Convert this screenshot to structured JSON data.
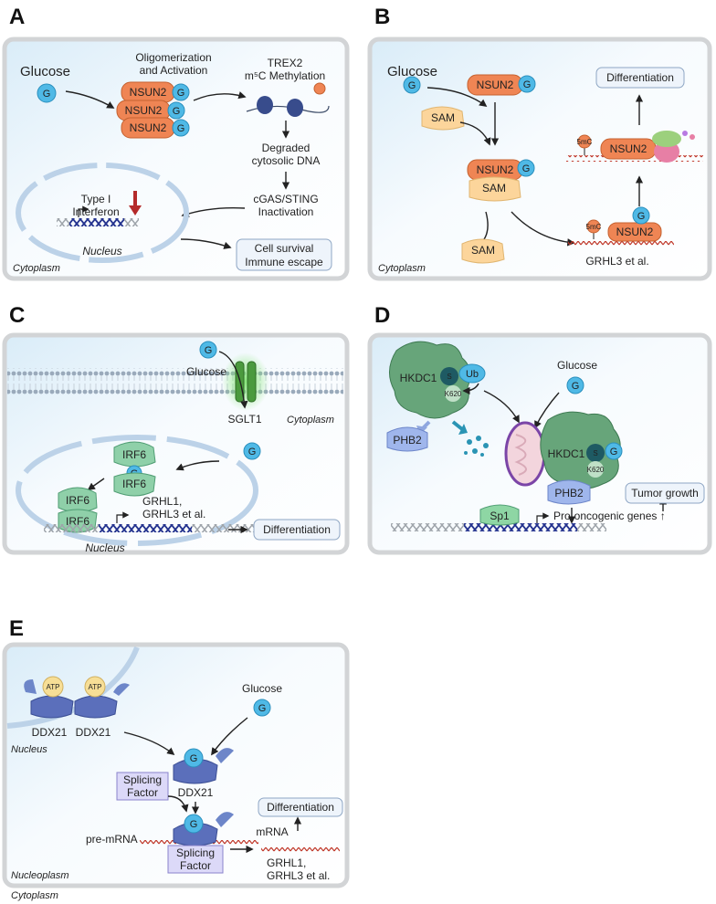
{
  "panels": {
    "a": {
      "label": "A",
      "glucose": "Glucose",
      "g": "G",
      "oligo_line1": "Oligomerization",
      "oligo_line2": "and Activation",
      "nsun2": "NSUN2",
      "trex2": "TREX2",
      "methylation": "m⁵C Methylation",
      "degraded_line1": "Degraded",
      "degraded_line2": "cytosolic DNA",
      "cgas_line1": "cGAS/STING",
      "cgas_line2": "Inactivation",
      "ifn_line1": "Type I",
      "ifn_line2": "Interferon",
      "nucleus": "Nucleus",
      "survival_line1": "Cell survival",
      "survival_line2": "Immune escape",
      "cytoplasm": "Cytoplasm"
    },
    "b": {
      "label": "B",
      "glucose": "Glucose",
      "g": "G",
      "nsun2": "NSUN2",
      "sam": "SAM",
      "differentiation": "Differentiation",
      "fivemc": "5mC",
      "grhl3": "GRHL3 et al.",
      "cytoplasm": "Cytoplasm"
    },
    "c": {
      "label": "C",
      "g": "G",
      "glucose": "Glucose",
      "sglt1": "SGLT1",
      "cytoplasm": "Cytoplasm",
      "irf6": "IRF6",
      "genes_line1": "GRHL1,",
      "genes_line2": "GRHL3 et al.",
      "differentiation": "Differentiation",
      "nucleus": "Nucleus"
    },
    "d": {
      "label": "D",
      "hkdc1": "HKDC1",
      "s": "S",
      "ub": "Ub",
      "k620": "K620",
      "glucose": "Glucose",
      "g": "G",
      "phb2": "PHB2",
      "sp1": "Sp1",
      "genes": "Pro-oncogenic genes ↑",
      "tumor": "Tumor growth"
    },
    "e": {
      "label": "E",
      "atp": "ATP",
      "ddx21": "DDX21",
      "glucose": "Glucose",
      "g": "G",
      "nucleus": "Nucleus",
      "splicing_line1": "Splicing",
      "splicing_line2": "Factor",
      "differentiation": "Differentiation",
      "premrna": "pre-mRNA",
      "mrna": "mRNA",
      "genes_line1": "GRHL1,",
      "genes_line2": "GRHL3 et al.",
      "nucleoplasm": "Nucleoplasm",
      "cytoplasm": "Cytoplasm"
    }
  },
  "colors": {
    "glucose": "#4fb9e6",
    "nsun2": "#ef8554",
    "sam": "#fcd59b",
    "irf6": "#8fd0a9",
    "hkdc1": "#67a57a",
    "phb2": "#9fb6ec",
    "ddx21": "#5b6fbb",
    "inhibit_arrow": "#b42a2a"
  }
}
